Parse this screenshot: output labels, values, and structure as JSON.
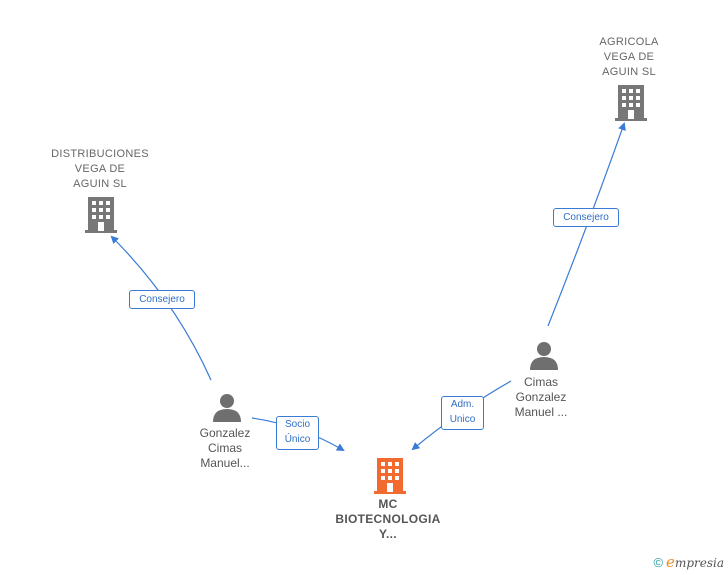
{
  "colors": {
    "edge": "#3a7bd5",
    "company_icon": "#777777",
    "main_company_icon": "#f26a30",
    "person_icon": "#6f6f6f"
  },
  "nodes": {
    "distribuciones": {
      "label": "DISTRIBUCIONES\nVEGA DE\nAGUIN  SL",
      "icon": "building-icon"
    },
    "agricola": {
      "label": "AGRICOLA\nVEGA DE\nAGUIN  SL",
      "icon": "building-icon"
    },
    "gonzalez": {
      "label": "Gonzalez\nCimas\nManuel...",
      "icon": "person-icon"
    },
    "cimas": {
      "label": "Cimas\nGonzalez\nManuel ...",
      "icon": "person-icon"
    },
    "mc": {
      "label": "MC\nBIOTECNOLOGIA\nY...",
      "icon": "building-icon"
    }
  },
  "edges": {
    "consejero_left": "Consejero",
    "consejero_right": "Consejero",
    "socio_unico": "Socio\nÚnico",
    "adm_unico": "Adm.\nUnico"
  },
  "footer": {
    "copyright": "©",
    "brand_initial": "e",
    "brand_rest": "mpresia"
  }
}
